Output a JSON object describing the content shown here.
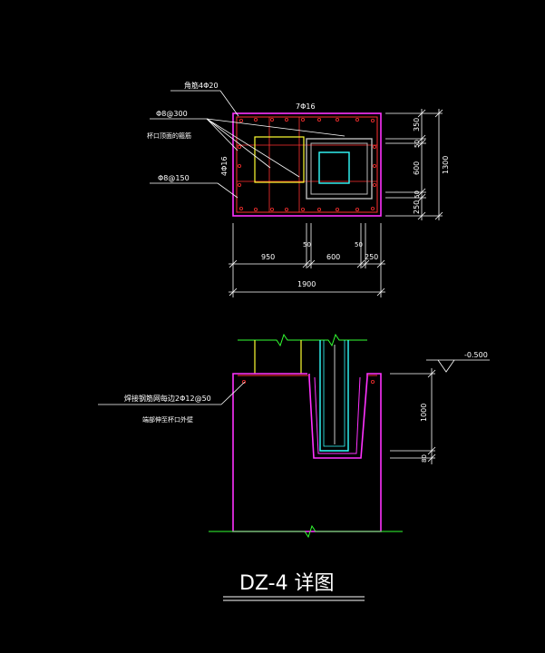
{
  "title": "DZ-4 详图",
  "colors": {
    "background": "#000000",
    "outline": "#ff33ff",
    "rebar": "#ff3030",
    "collar": "#ffff33",
    "dimension": "#ffffff",
    "cup": "#bbbbbb",
    "column": "#33ffff",
    "ground": "#33ff33"
  },
  "plan": {
    "label_corner_bar": "角筋4Φ20",
    "label_top_bars": "7Φ16",
    "label_stirrup_1": "Φ8@300",
    "label_stirrup_note": "杯口顶面的箍筋",
    "label_side_bars": "4Φ16",
    "label_stirrup_2": "Φ8@150",
    "right_dims": [
      "350",
      "50",
      "600",
      "50",
      "250"
    ],
    "right_total": "1300",
    "bottom_dims": [
      "950",
      "50",
      "600",
      "50",
      "250"
    ],
    "bottom_total": "1900"
  },
  "section": {
    "label_note_1": "焊接钢筋网每边2Φ12@50",
    "label_note_2": "端部伸至杯口外壁",
    "level": "-0.500",
    "dim_depth": "1000",
    "dim_bottom": "80"
  }
}
